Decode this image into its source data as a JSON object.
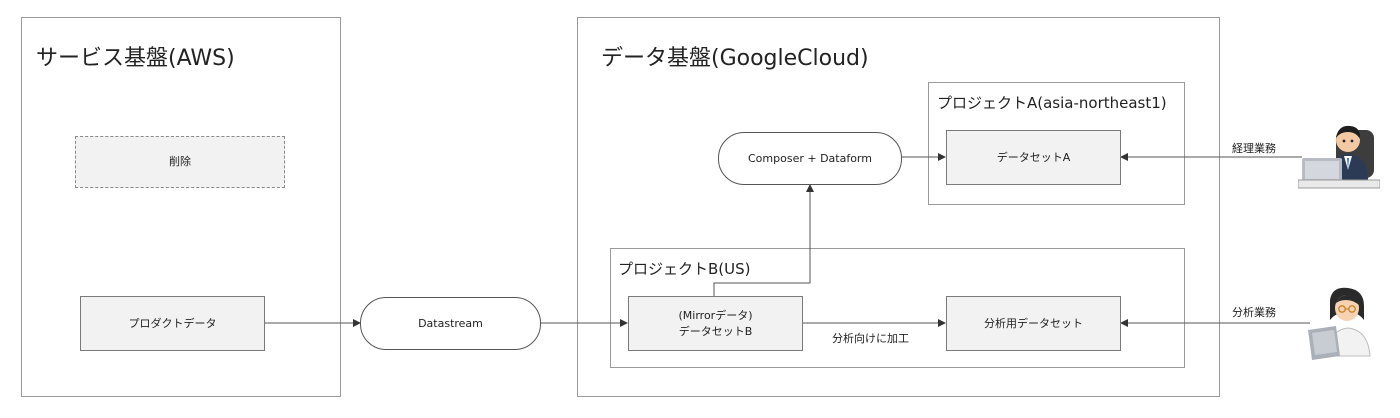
{
  "regions": {
    "aws": {
      "title": "サービス基盤(AWS)"
    },
    "gcp": {
      "title": "データ基盤(GoogleCloud)"
    },
    "project_a": {
      "title": "プロジェクトA(asia-northeast1)"
    },
    "project_b": {
      "title": "プロジェクトB(US)"
    }
  },
  "nodes": {
    "deleted": "削除",
    "product_data": "プロダクトデータ",
    "datastream": "Datastream",
    "mirror_line1": "(Mirrorデータ)",
    "mirror_line2": "データセットB",
    "composer": "Composer + Dataform",
    "dataset_a": "データセットA",
    "analysis_dataset": "分析用データセット"
  },
  "edge_labels": {
    "processing": "分析向けに加工",
    "accounting": "経理業務",
    "analysis": "分析業務"
  },
  "icons": {
    "accounting_user": "businessman-at-laptop-icon",
    "analyst_user": "woman-at-laptop-icon"
  }
}
